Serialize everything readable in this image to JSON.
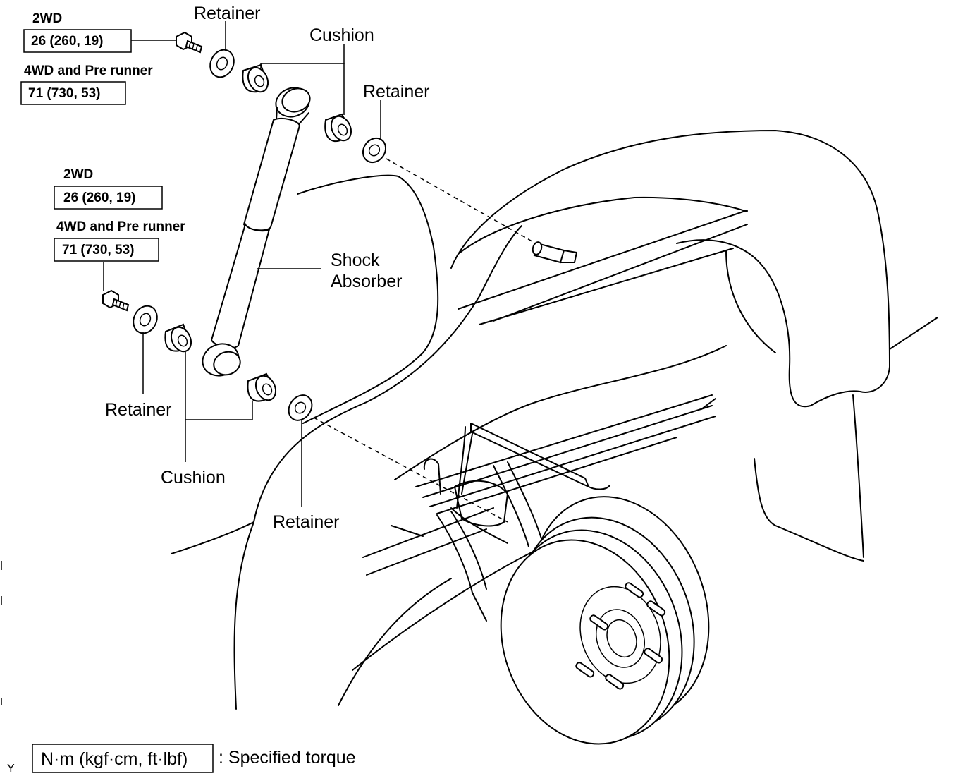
{
  "upper_torque": {
    "variant_a": "2WD",
    "value_a": "26 (260, 19)",
    "variant_b": "4WD and Pre runner",
    "value_b": "71 (730, 53)"
  },
  "lower_torque": {
    "variant_a": "2WD",
    "value_a": "26 (260, 19)",
    "variant_b": "4WD and Pre runner",
    "value_b": "71 (730, 53)"
  },
  "labels": {
    "retainer_upper_left": "Retainer",
    "cushion_upper": "Cushion",
    "retainer_upper_right": "Retainer",
    "shock_line1": "Shock",
    "shock_line2": "Absorber",
    "retainer_lower_left": "Retainer",
    "cushion_lower": "Cushion",
    "retainer_lower_right": "Retainer"
  },
  "legend": {
    "unit_box": "N·m (kgf·cm, ft·lbf)",
    "description": ": Specified torque"
  },
  "corner_mark": "Y"
}
